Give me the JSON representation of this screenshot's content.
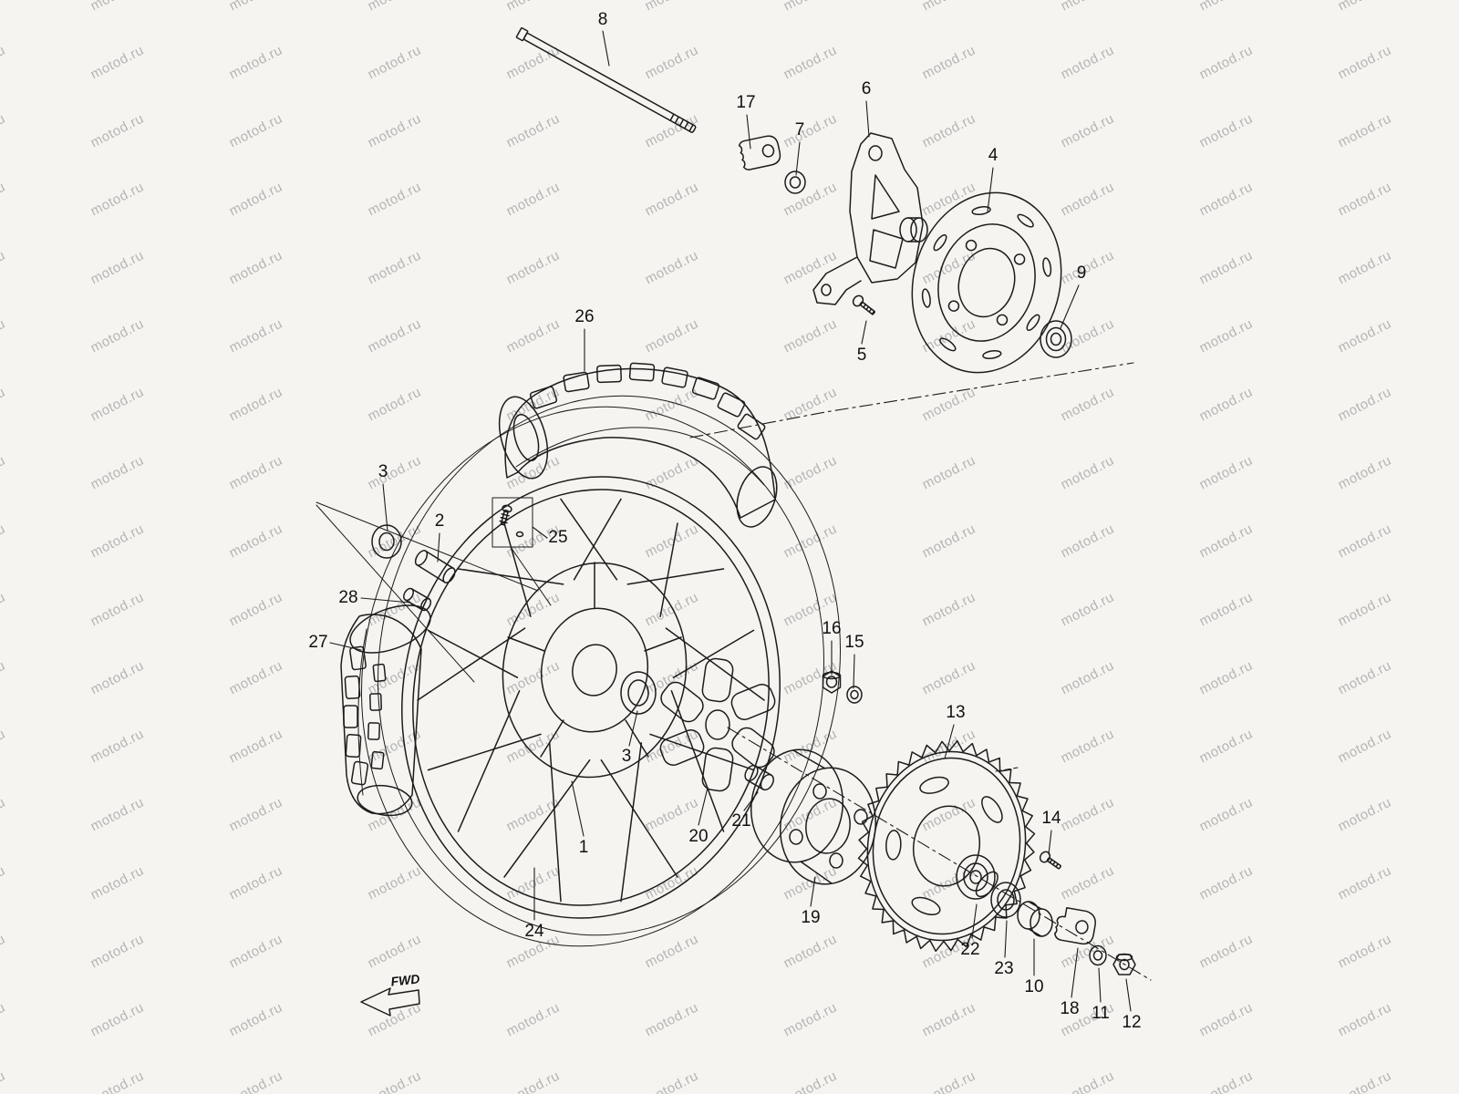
{
  "page": {
    "background_color": "#f5f4f0",
    "line_color": "#1c1c1c",
    "watermark_color": "#b5b5b5"
  },
  "watermark": {
    "text": "motod.ru"
  },
  "diagram": {
    "fwd_label": "FWD",
    "labels": [
      {
        "text": "8"
      },
      {
        "text": "17"
      },
      {
        "text": "7"
      },
      {
        "text": "6"
      },
      {
        "text": "4"
      },
      {
        "text": "9"
      },
      {
        "text": "5"
      },
      {
        "text": "26"
      },
      {
        "text": "3"
      },
      {
        "text": "2"
      },
      {
        "text": "25"
      },
      {
        "text": "28"
      },
      {
        "text": "27"
      },
      {
        "text": "16"
      },
      {
        "text": "15"
      },
      {
        "text": "13"
      },
      {
        "text": "14"
      },
      {
        "text": "1"
      },
      {
        "text": "3"
      },
      {
        "text": "20"
      },
      {
        "text": "21"
      },
      {
        "text": "24"
      },
      {
        "text": "19"
      },
      {
        "text": "22"
      },
      {
        "text": "23"
      },
      {
        "text": "10"
      },
      {
        "text": "18"
      },
      {
        "text": "11"
      },
      {
        "text": "12"
      }
    ]
  }
}
